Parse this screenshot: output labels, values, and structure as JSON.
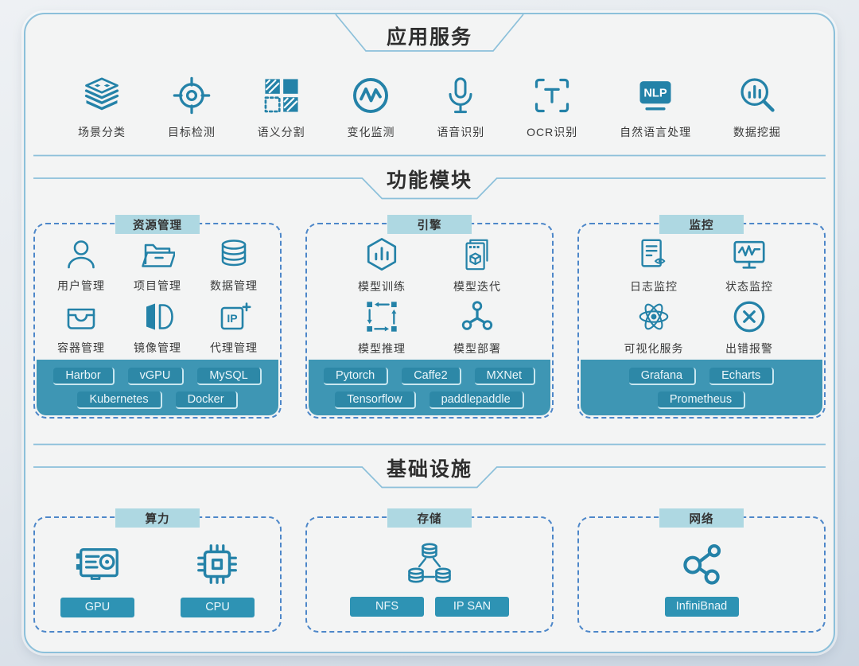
{
  "colors": {
    "icon_teal": "#2482a8",
    "band_teal": "#3e96b4",
    "tag_fill": "#2d88a7",
    "tab_bg": "#aed8e2",
    "dashed_border": "#4d87c9",
    "divider_line": "#8cc0da",
    "page_bg": "#e4e9ee"
  },
  "app": {
    "title": "应用服务",
    "items": [
      {
        "icon": "scene-classification-icon",
        "label": "场景分类"
      },
      {
        "icon": "object-detection-icon",
        "label": "目标检测"
      },
      {
        "icon": "semantic-segmentation-icon",
        "label": "语义分割"
      },
      {
        "icon": "change-monitoring-icon",
        "label": "变化监测"
      },
      {
        "icon": "speech-recognition-icon",
        "label": "语音识别"
      },
      {
        "icon": "ocr-icon",
        "label": "OCR识别"
      },
      {
        "icon": "nlp-icon",
        "label": "自然语言处理",
        "icon_text": "NLP"
      },
      {
        "icon": "data-mining-icon",
        "label": "数据挖掘"
      }
    ]
  },
  "func": {
    "title": "功能模块",
    "boxes": [
      {
        "tab": "资源管理",
        "items": [
          {
            "icon": "user-icon",
            "label": "用户管理"
          },
          {
            "icon": "folder-icon",
            "label": "项目管理"
          },
          {
            "icon": "database-icon",
            "label": "数据管理"
          },
          {
            "icon": "container-icon",
            "label": "容器管理"
          },
          {
            "icon": "image-mirror-icon",
            "label": "镜像管理"
          },
          {
            "icon": "ip-proxy-icon",
            "label": "代理管理",
            "icon_text": "IP"
          }
        ],
        "tags_row1": [
          "Harbor",
          "vGPU",
          "MySQL"
        ],
        "tags_row2": [
          "Kubernetes",
          "Docker"
        ]
      },
      {
        "tab": "引擎",
        "items": [
          {
            "icon": "model-training-icon",
            "label": "模型训练"
          },
          {
            "icon": "model-iteration-icon",
            "label": "模型迭代"
          },
          {
            "icon": "model-inference-icon",
            "label": "模型推理"
          },
          {
            "icon": "model-deployment-icon",
            "label": "模型部署"
          }
        ],
        "tags_row1": [
          "Pytorch",
          "Caffe2",
          "MXNet"
        ],
        "tags_row2": [
          "Tensorflow",
          "paddlepaddle"
        ]
      },
      {
        "tab": "监控",
        "items": [
          {
            "icon": "log-monitoring-icon",
            "label": "日志监控"
          },
          {
            "icon": "status-monitoring-icon",
            "label": "状态监控"
          },
          {
            "icon": "visualization-icon",
            "label": "可视化服务"
          },
          {
            "icon": "error-alert-icon",
            "label": "出错报警"
          }
        ],
        "tags_row1": [
          "Grafana",
          "Echarts"
        ],
        "tags_row2": [
          "Prometheus"
        ]
      }
    ]
  },
  "infra": {
    "title": "基础设施",
    "boxes": [
      {
        "tab": "算力",
        "items": [
          {
            "icon": "gpu-card-icon",
            "label": "GPU"
          },
          {
            "icon": "cpu-chip-icon",
            "label": "CPU"
          }
        ]
      },
      {
        "tab": "存储",
        "icon": "storage-cluster-icon",
        "labels": [
          "NFS",
          "IP SAN"
        ]
      },
      {
        "tab": "网络",
        "icon": "network-share-icon",
        "labels": [
          "InfiniBnad"
        ]
      }
    ]
  }
}
